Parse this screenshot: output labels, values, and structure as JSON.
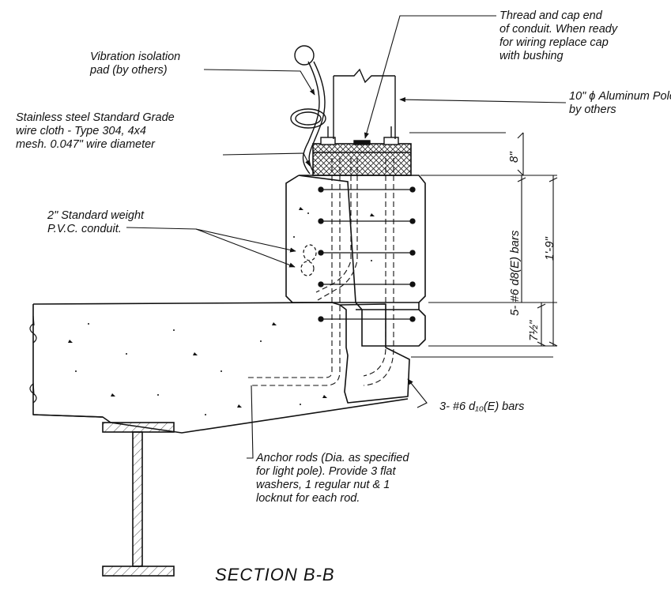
{
  "title": "SECTION B-B",
  "callouts": {
    "thread_cap": [
      "Thread and cap end",
      "of conduit.  When ready",
      "for wiring replace cap",
      "with bushing"
    ],
    "vibration_pad": [
      "Vibration isolation",
      "pad (by others)"
    ],
    "aluminum_pole": [
      "10\" ϕ Aluminum Pole",
      "by others"
    ],
    "wire_cloth": [
      "Stainless steel Standard Grade",
      "wire cloth - Type 304, 4x4",
      "mesh.  0.047\" wire diameter"
    ],
    "pvc_conduit": [
      "2\" Standard weight",
      "P.V.C. conduit."
    ],
    "d10_bars": "3- #6 d₁₀(E) bars",
    "anchor_rods": [
      "Anchor rods (Dia. as specified",
      "for light pole).  Provide 3 flat",
      "washers, 1 regular nut & 1",
      "locknut for each rod."
    ]
  },
  "dimensions": {
    "pad_height": "8\"",
    "barrier_height": "1'-9\"",
    "d8_bars": "5- #6 d8(E) bars",
    "slab_depth": "7½\""
  },
  "colors": {
    "line": "#111111",
    "hatch": "#222222",
    "paper": "#ffffff"
  }
}
